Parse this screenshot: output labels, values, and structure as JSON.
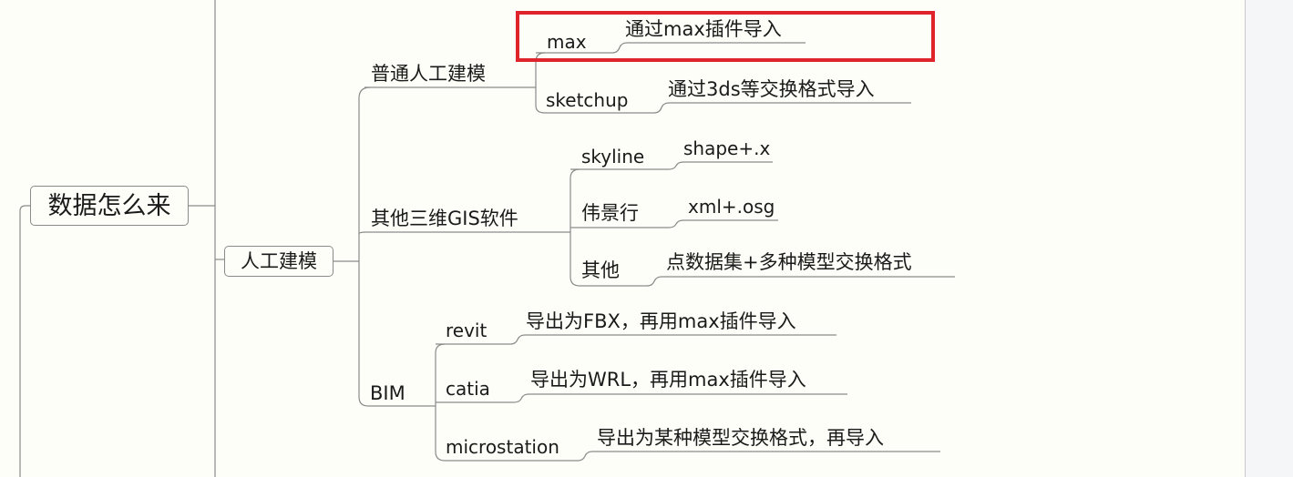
{
  "mindmap": {
    "root": {
      "label": "数据怎么来"
    },
    "level1": {
      "label": "人工建模"
    },
    "groups": [
      {
        "label": "普通人工建模",
        "children": [
          {
            "label": "max",
            "leaf": "通过max插件导入"
          },
          {
            "label": "sketchup",
            "leaf": "通过3ds等交换格式导入"
          }
        ]
      },
      {
        "label": "其他三维GIS软件",
        "children": [
          {
            "label": "skyline",
            "leaf": "shape+.x"
          },
          {
            "label": "伟景行",
            "leaf": "xml+.osg"
          },
          {
            "label": "其他",
            "leaf": "点数据集+多种模型交换格式"
          }
        ]
      },
      {
        "label": "BIM",
        "children": [
          {
            "label": "revit",
            "leaf": "导出为FBX，再用max插件导入"
          },
          {
            "label": "catia",
            "leaf": "导出为WRL，再用max插件导入"
          },
          {
            "label": "microstation",
            "leaf": "导出为某种模型交换格式，再导入"
          }
        ]
      }
    ]
  },
  "colors": {
    "background": "#fefef8",
    "line": "#8a8a8a",
    "highlight": "#e0242c",
    "panel": "#f5f6f8"
  }
}
